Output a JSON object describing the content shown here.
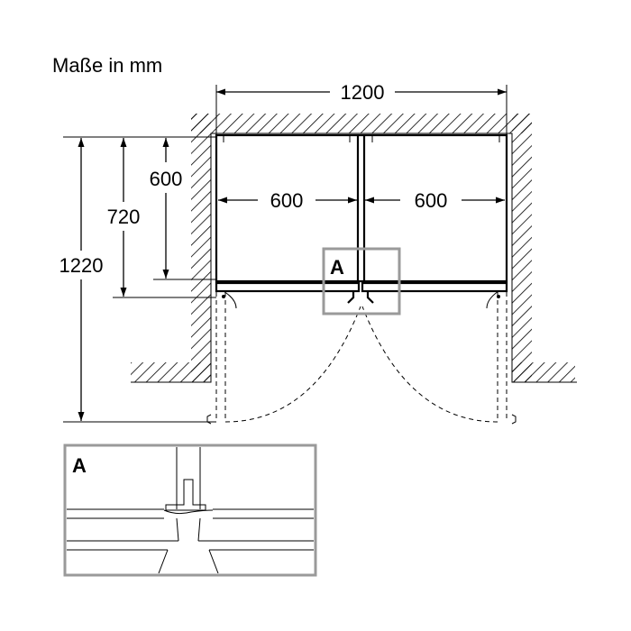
{
  "units_label": "Maße in mm",
  "dimensions": {
    "overall_width": "1200",
    "left_compartment_width": "600",
    "right_compartment_width": "600",
    "depth_body": "600",
    "depth_with_doors": "720",
    "depth_doors_open": "1220"
  },
  "detail_label": "A",
  "detail_inset_label": "A",
  "colors": {
    "line": "#000000",
    "detail_frame": "#9a9a9a",
    "background": "#ffffff"
  }
}
